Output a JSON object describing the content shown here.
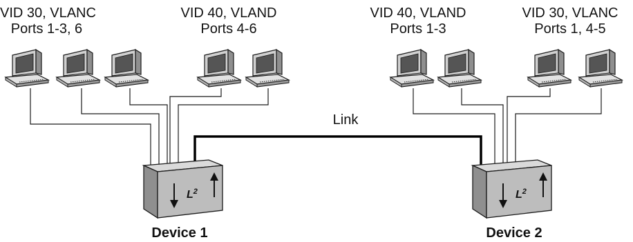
{
  "groups": [
    {
      "line1": "VID 30, VLANC",
      "line2": "Ports 1-3, 6"
    },
    {
      "line1": "VID 40, VLAND",
      "line2": "Ports 4-6"
    },
    {
      "line1": "VID 40, VLAND",
      "line2": "Ports 1-3"
    },
    {
      "line1": "VID 30, VLANC",
      "line2": "Ports 1, 4-5"
    }
  ],
  "link_label": "Link",
  "devices": [
    {
      "name": "Device 1",
      "layer": "L",
      "layer_num": "2"
    },
    {
      "name": "Device 2",
      "layer": "L",
      "layer_num": "2"
    }
  ],
  "colors": {
    "box_front": "#bdbdbd",
    "box_top": "#dadada",
    "box_side": "#8f8f8f",
    "wire": "#1a1a1a"
  },
  "icons": [
    "computer-icon",
    "switch-icon",
    "arrow-down-icon",
    "arrow-up-icon"
  ]
}
